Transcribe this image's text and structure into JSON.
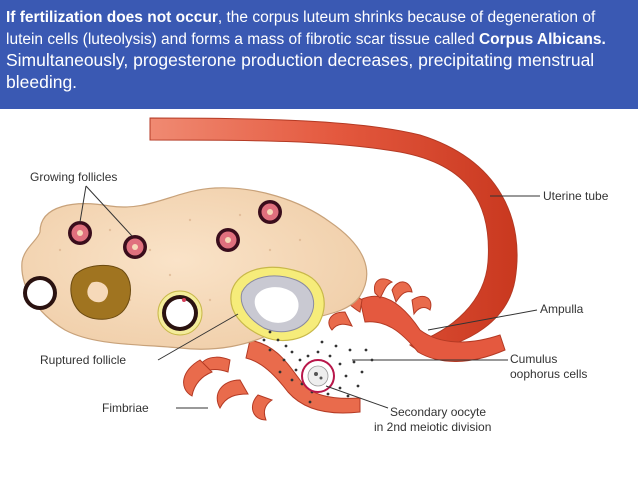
{
  "header": {
    "bold_intro": "If fertilization does not occur",
    "text_1": ", the corpus luteum shrinks because of degeneration of lutein cells (luteolysis) and forms a mass of fibrotic scar tissue called ",
    "bold_term": "Corpus Albicans.",
    "text_2": " Simultaneously, progesterone production decreases, precipitating menstrual bleeding."
  },
  "labels": {
    "growing_follicles": "Growing follicles",
    "uterine_tube": "Uterine tube",
    "ampulla": "Ampulla",
    "ruptured_follicle": "Ruptured follicle",
    "cumulus_line1": "Cumulus",
    "cumulus_line2": "oophorus cells",
    "fimbriae": "Fimbriae",
    "oocyte_line1": "Secondary oocyte",
    "oocyte_line2": "in 2nd meiotic division"
  },
  "colors": {
    "header_bg": "#3a59b3",
    "ovary": "#f6d9b9",
    "tube": "#e4593f",
    "follicle_ring": "#b8174a"
  }
}
